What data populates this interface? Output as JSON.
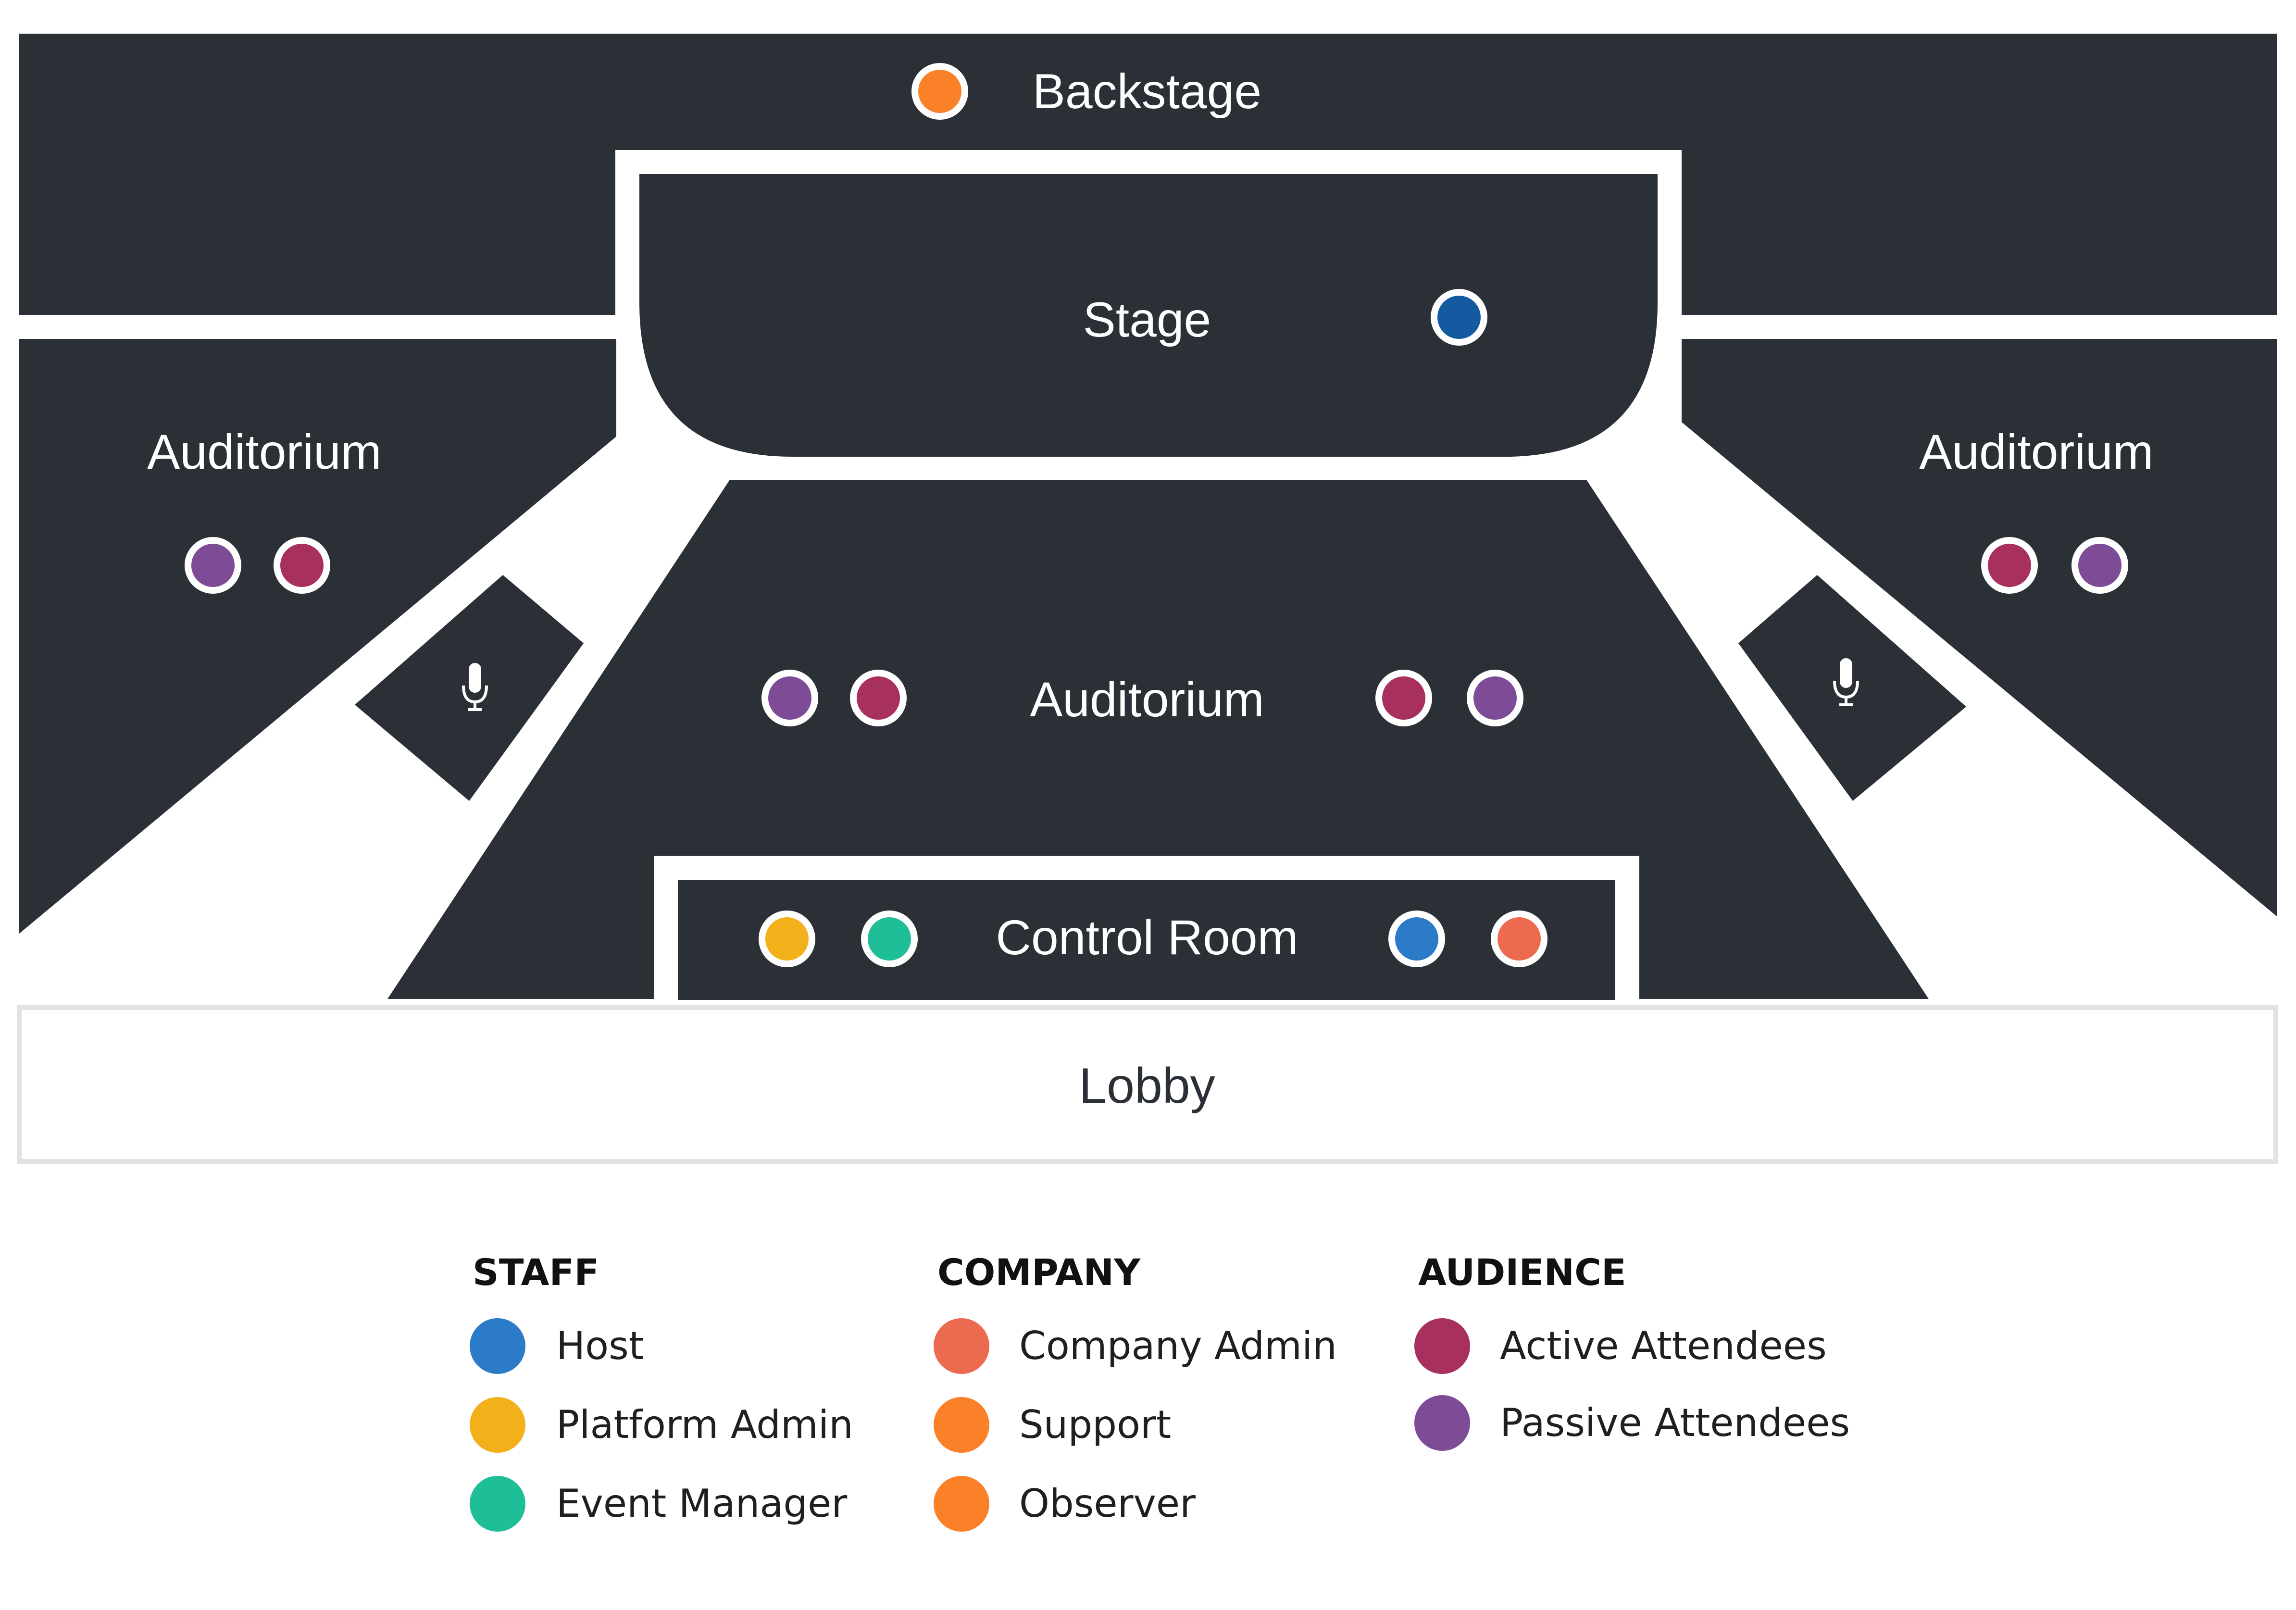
{
  "colors": {
    "room": "#2b2f36",
    "lobby_border": "#e2e2e2",
    "host": "#2c7bc9",
    "stage_host": "#145aa0",
    "platform_admin": "#f2b01b",
    "event_manager": "#1ebf98",
    "company_admin": "#ec6a4f",
    "support": "#fb8129",
    "observer": "#fb8129",
    "active": "#a8305e",
    "passive": "#7e4c97"
  },
  "rooms": {
    "backstage": "Backstage",
    "stage": "Stage",
    "auditorium_left": "Auditorium",
    "auditorium_center": "Auditorium",
    "auditorium_right": "Auditorium",
    "control_room": "Control Room",
    "lobby": "Lobby"
  },
  "icons": {
    "microphone": "microphone-icon"
  },
  "legend": {
    "staff": {
      "title": "STAFF",
      "items": [
        {
          "label": "Host",
          "color": "#2c7bc9"
        },
        {
          "label": "Platform Admin",
          "color": "#f2b01b"
        },
        {
          "label": "Event Manager",
          "color": "#1ebf98"
        }
      ]
    },
    "company": {
      "title": "COMPANY",
      "items": [
        {
          "label": "Company Admin",
          "color": "#ec6a4f"
        },
        {
          "label": "Support",
          "color": "#fb8129"
        },
        {
          "label": "Observer",
          "color": "#fb8129"
        }
      ]
    },
    "audience": {
      "title": "AUDIENCE",
      "items": [
        {
          "label": "Active Attendees",
          "color": "#a8305e"
        },
        {
          "label": "Passive Attendees",
          "color": "#7e4c97"
        }
      ]
    }
  }
}
